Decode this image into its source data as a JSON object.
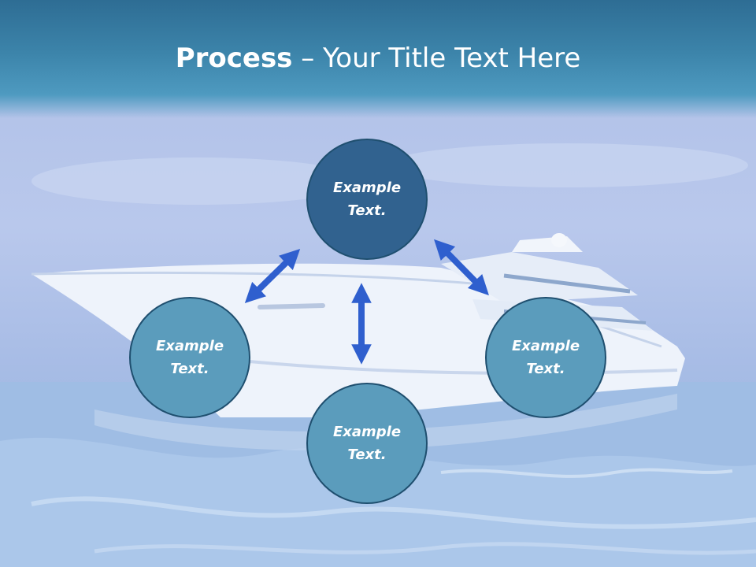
{
  "title": {
    "bold": "Process",
    "rest": " – Your Title Text Here"
  },
  "nodes": {
    "top": {
      "line1": "Example",
      "line2": "Text."
    },
    "left": {
      "line1": "Example",
      "line2": "Text."
    },
    "right": {
      "line1": "Example",
      "line2": "Text."
    },
    "bottom": {
      "line1": "Example",
      "line2": "Text."
    }
  },
  "colors": {
    "header": "#3c84aa",
    "node_dark": "#31628f",
    "node_light": "#5b9cbc",
    "arrow": "#2f5fce"
  }
}
